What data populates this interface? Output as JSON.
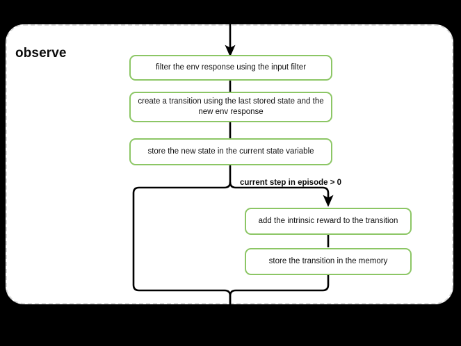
{
  "diagram": {
    "type": "flowchart",
    "background_color": "#000000",
    "panel": {
      "title": "observe",
      "background_color": "#ffffff",
      "border_style": "dashed",
      "border_color": "#d9d9d9"
    },
    "node_accent_color": "#8cc665",
    "connector_color": "#000000",
    "nodes": [
      {
        "id": "n1",
        "label": "filter the env response using the input filter"
      },
      {
        "id": "n2",
        "label": "create a transition using the last stored state and the new env response"
      },
      {
        "id": "n3",
        "label": "store the new state in the current state variable"
      },
      {
        "id": "n4",
        "label": "add the intrinsic reward to the transition"
      },
      {
        "id": "n5",
        "label": "store the transition in the memory"
      }
    ],
    "edge_labels": [
      {
        "id": "cond1",
        "label": "current step in episode > 0"
      }
    ]
  }
}
